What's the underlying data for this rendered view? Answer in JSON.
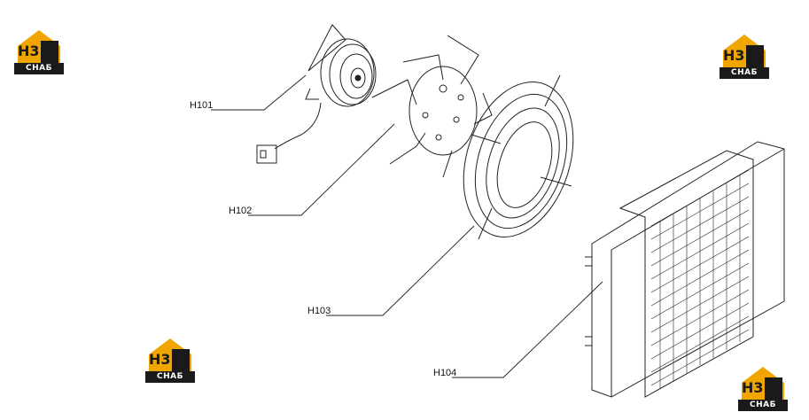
{
  "callouts": [
    {
      "id": "fan-motor",
      "label": "H101"
    },
    {
      "id": "fan-blade",
      "label": "H102"
    },
    {
      "id": "fan-guard",
      "label": "H103"
    },
    {
      "id": "radiator",
      "label": "H104"
    }
  ],
  "logo": {
    "mark": "H3",
    "caption": "СНАБ",
    "accent": "#f0a500",
    "dark": "#1a1a1a"
  }
}
